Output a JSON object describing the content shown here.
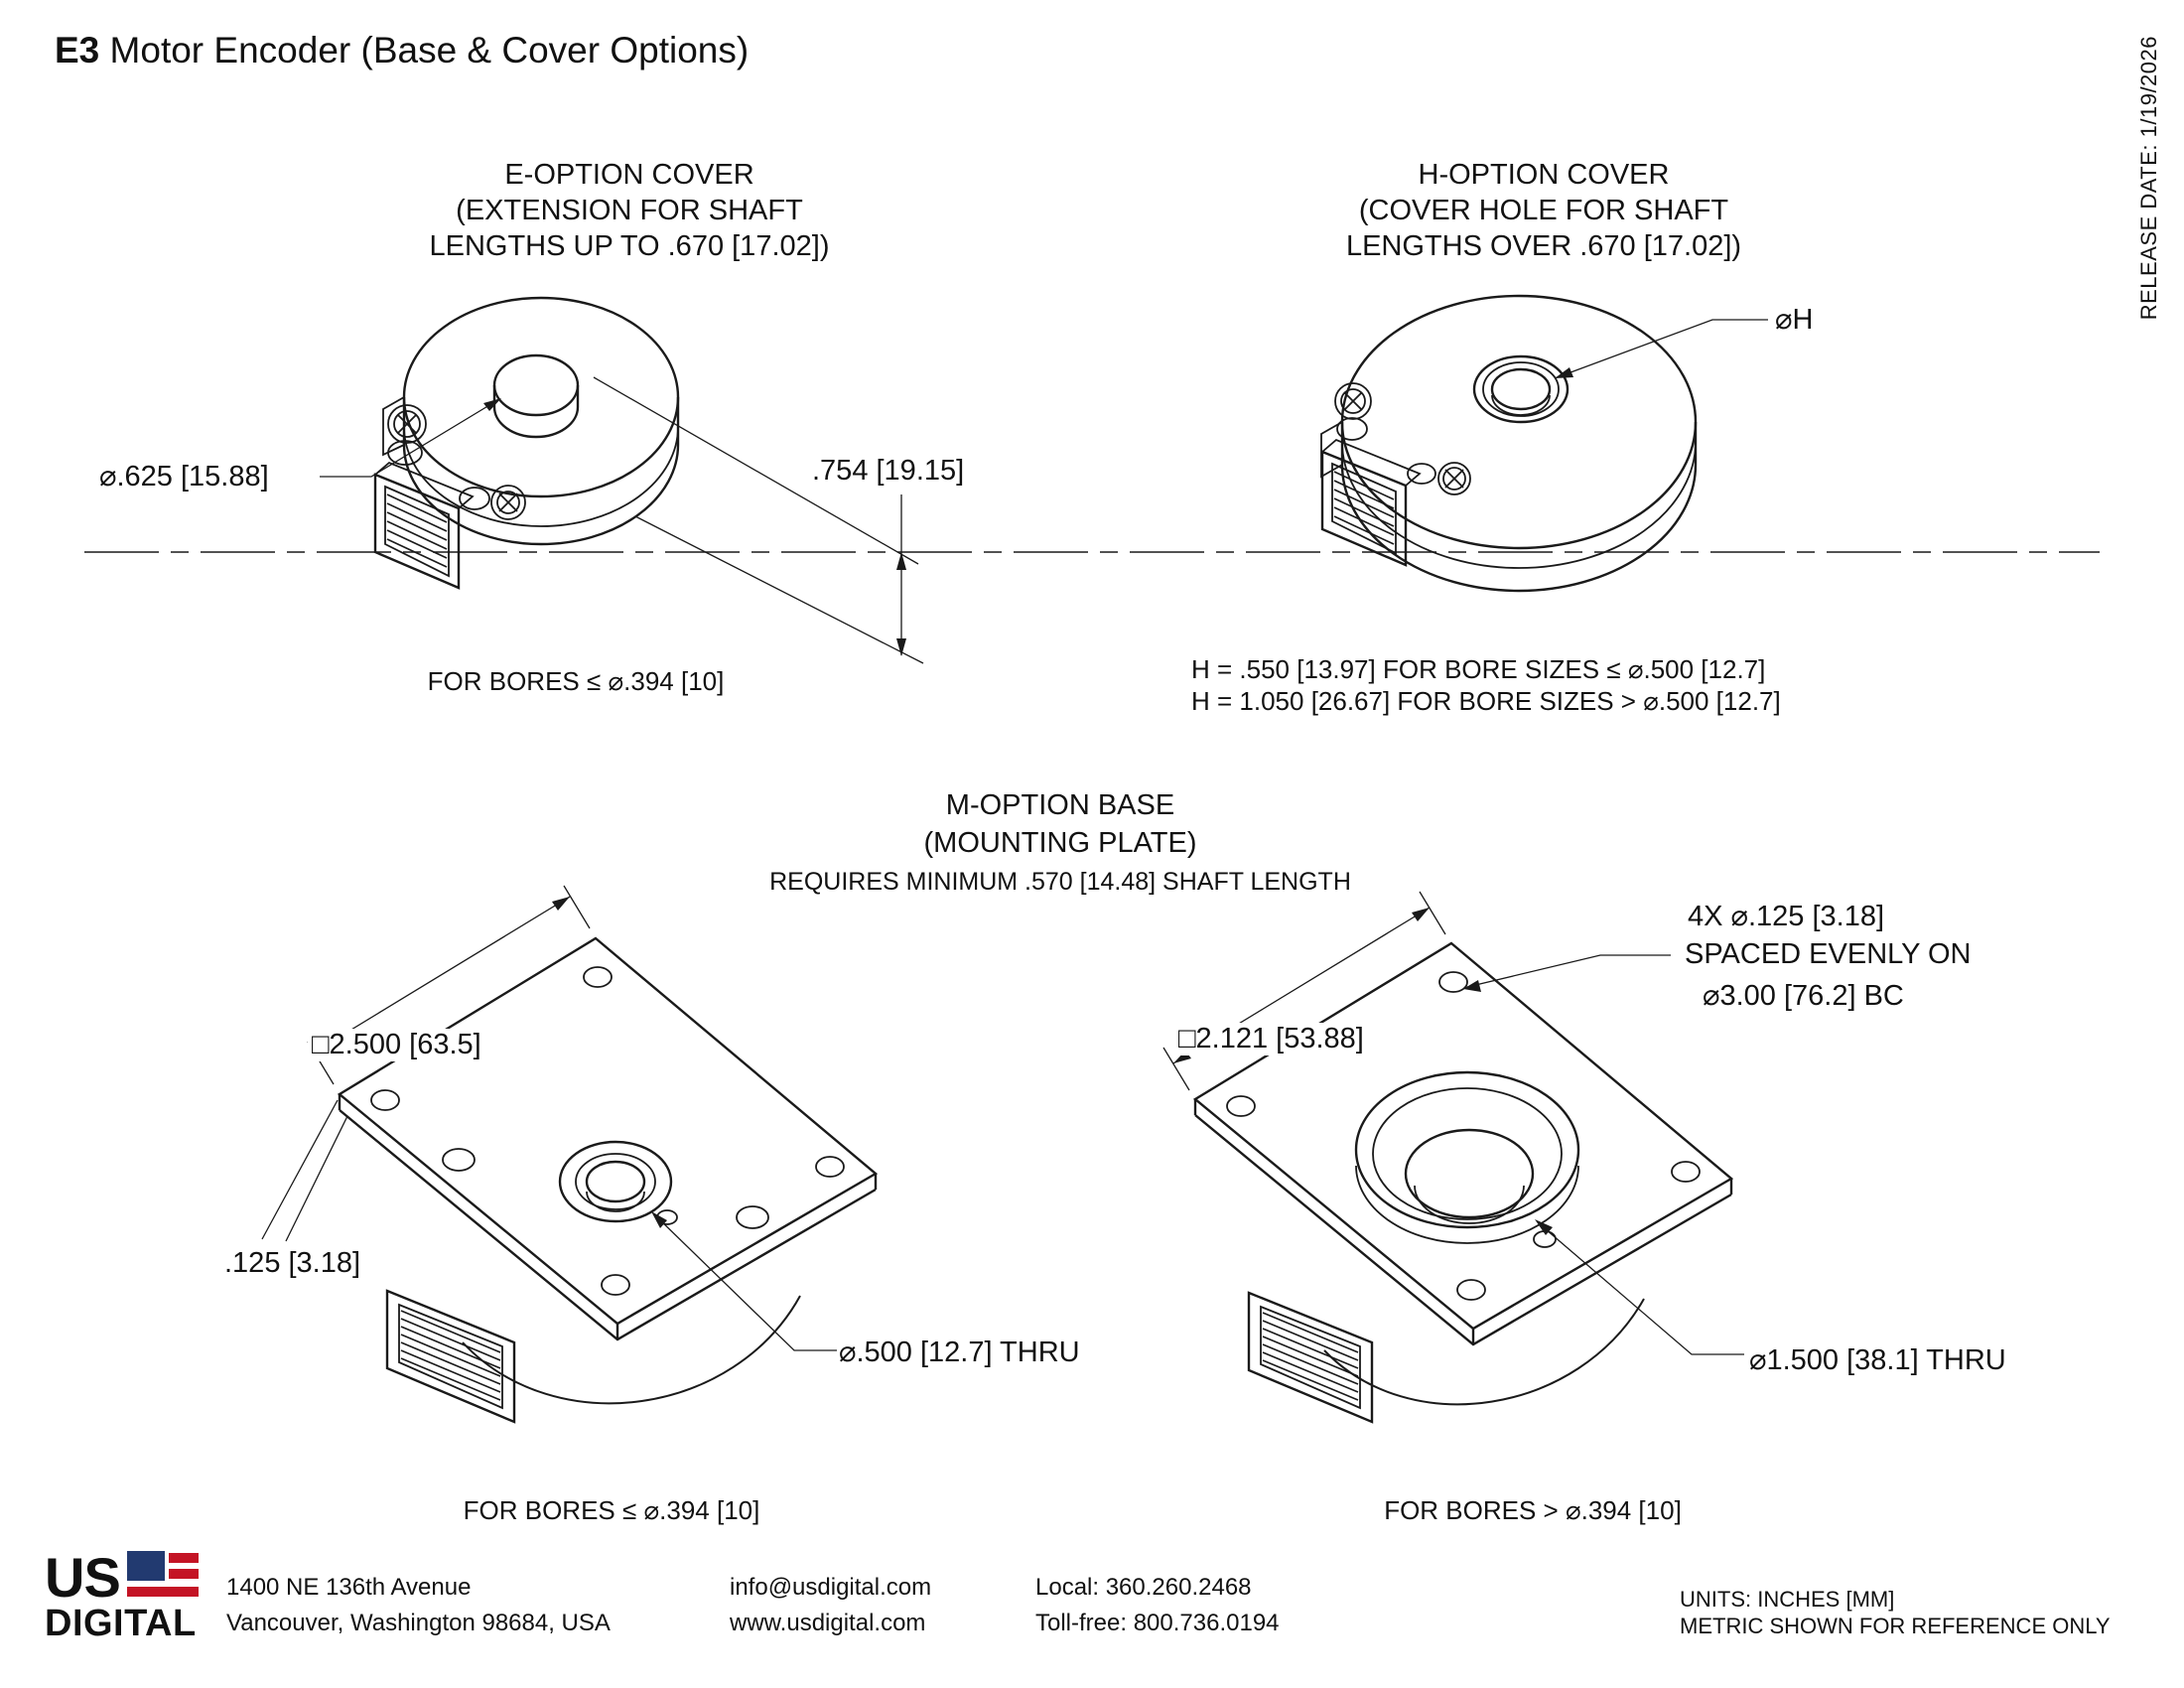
{
  "page": {
    "title_bold": "E3",
    "title_rest": " Motor Encoder (Base & Cover Options)",
    "release_date": "RELEASE DATE: 1/19/2026"
  },
  "e_option": {
    "heading_line1": "E-OPTION COVER",
    "heading_line2": "(EXTENSION FOR SHAFT",
    "heading_line3": "LENGTHS UP TO .670 [17.02])",
    "dim_cover_diameter": "⌀.625 [15.88]",
    "dim_extension_height": ".754 [19.15]",
    "caption": "FOR BORES ≤ ⌀.394 [10]"
  },
  "h_option": {
    "heading_line1": "H-OPTION COVER",
    "heading_line2": "(COVER HOLE FOR SHAFT",
    "heading_line3": "LENGTHS OVER .670 [17.02])",
    "dim_hole_diameter": "⌀H",
    "note_line1": "H = .550 [13.97] FOR BORE SIZES ≤ ⌀.500 [12.7]",
    "note_line2": "H = 1.050 [26.67] FOR BORE SIZES > ⌀.500 [12.7]"
  },
  "m_option": {
    "heading_line1": "M-OPTION BASE",
    "heading_line2": "(MOUNTING PLATE)",
    "heading_line3": "REQUIRES MINIMUM .570 [14.48] SHAFT LENGTH",
    "small_base": {
      "dim_square": "□2.500 [63.5]",
      "dim_thickness": ".125 [3.18]",
      "dim_center_hole": "⌀.500 [12.7] THRU",
      "caption": "FOR BORES ≤ ⌀.394 [10]"
    },
    "large_base": {
      "dim_square": "□2.121 [53.88]",
      "dim_holes_line1": "4X ⌀.125 [3.18]",
      "dim_holes_line2": "SPACED EVENLY ON",
      "dim_holes_line3": "⌀3.00 [76.2] BC",
      "dim_center_hole": "⌀1.500 [38.1] THRU",
      "caption": "FOR BORES > ⌀.394 [10]"
    }
  },
  "footer": {
    "logo_us": "US",
    "logo_digital": "DIGITAL",
    "address_line1": "1400 NE 136th Avenue",
    "address_line2": "Vancouver, Washington 98684, USA",
    "email": "info@usdigital.com",
    "website": "www.usdigital.com",
    "phone_local": "Local: 360.260.2468",
    "phone_tollfree": "Toll-free: 800.736.0194",
    "units_line1": "UNITS: INCHES [MM]",
    "units_line2": "METRIC SHOWN FOR REFERENCE ONLY"
  }
}
